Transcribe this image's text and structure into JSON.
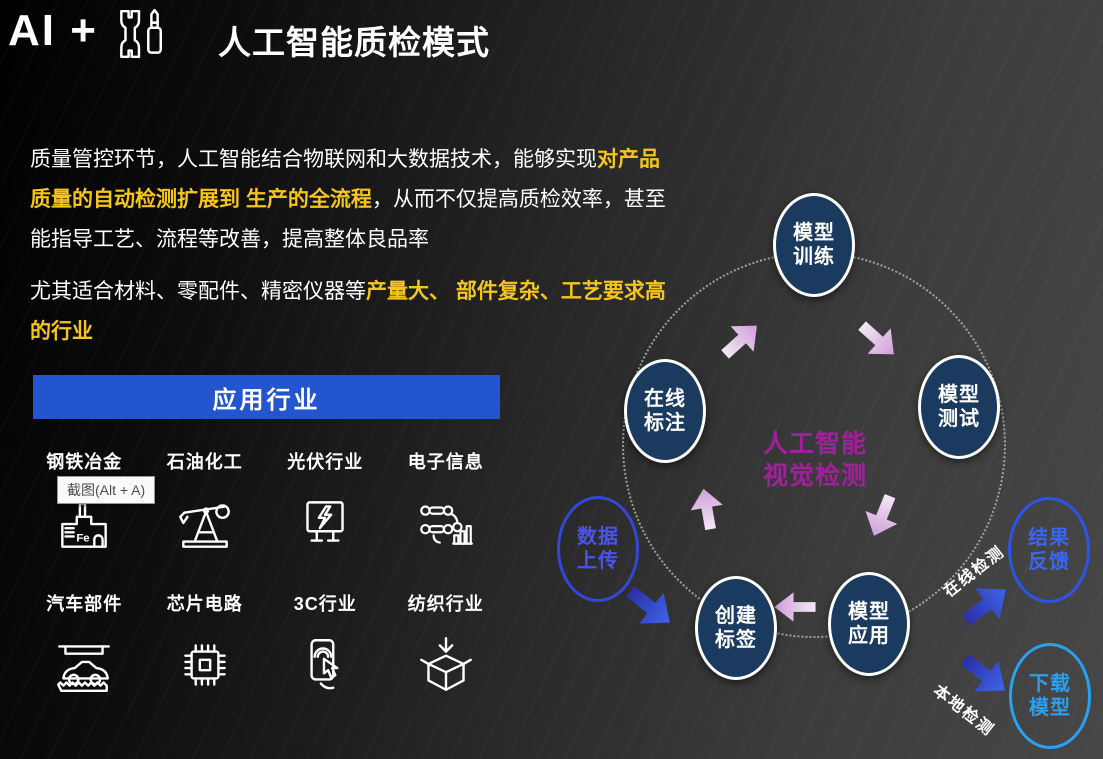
{
  "header": {
    "ai_label": "AI +",
    "title": "人工智能质检模式"
  },
  "intro": {
    "p1_white1": "质量管控环节，人工智能结合物联网和大数据技术，能够实现",
    "p1_yellow": "对产品质量的自动检测扩展到 生产的全流程",
    "p1_white2": "，从而不仅提高质检效率，甚至能指导工艺、流程等改善，提高整体良品率",
    "p2_white": "尤其适合材料、零配件、精密仪器等",
    "p2_yellow": "产量大、 部件复杂、工艺要求高的行业"
  },
  "industries": {
    "banner": "应用行业",
    "items": [
      {
        "label": "钢铁冶金",
        "icon": "steel-factory-icon"
      },
      {
        "label": "石油化工",
        "icon": "oil-pumpjack-icon"
      },
      {
        "label": "光伏行业",
        "icon": "solar-panel-icon"
      },
      {
        "label": "电子信息",
        "icon": "electronics-circuit-icon"
      },
      {
        "label": "汽车部件",
        "icon": "car-assembly-icon"
      },
      {
        "label": "芯片电路",
        "icon": "chip-icon"
      },
      {
        "label": "3C行业",
        "icon": "phone-touch-icon"
      },
      {
        "label": "纺织行业",
        "icon": "packing-box-icon"
      }
    ]
  },
  "tooltip": {
    "text": "截图(Alt + A)"
  },
  "diagram": {
    "center_line1": "人工智能",
    "center_line2": "视觉检测",
    "cycle_nodes": [
      {
        "line1": "模型",
        "line2": "训练"
      },
      {
        "line1": "模型",
        "line2": "测试"
      },
      {
        "line1": "模型",
        "line2": "应用"
      },
      {
        "line1": "创建",
        "line2": "标签"
      },
      {
        "line1": "在线",
        "line2": "标注"
      }
    ],
    "side_nodes": [
      {
        "line1": "数据",
        "line2": "上传"
      },
      {
        "line1": "结果",
        "line2": "反馈"
      },
      {
        "line1": "下载",
        "line2": "模型"
      }
    ],
    "edge_labels": [
      "在线检测",
      "本地检测"
    ]
  },
  "colors": {
    "accent_yellow": "#F5C51D",
    "banner_blue": "#2356CE",
    "node_navy": "#1B3A5F",
    "center_magenta": "#A1209B",
    "outline_indigo": "#3347D8",
    "outline_royal_blue": "#2B55E8",
    "outline_light_blue": "#2BA0F0",
    "arrow_pink": "#CF9FD9",
    "arrow_blue": "#3F65EA"
  }
}
